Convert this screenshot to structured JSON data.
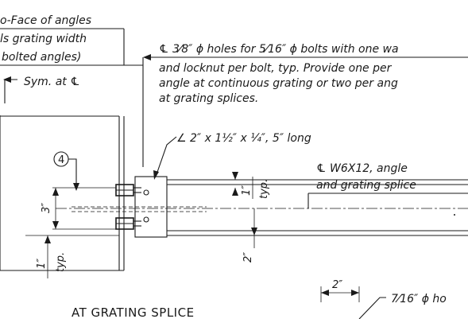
{
  "notes": {
    "top_left_line1": "o-Face of angles",
    "top_left_line2": "ls grating width",
    "top_left_line3": "bolted angles)",
    "sym_label": "Sym. at ℄",
    "holes_line1": "℄ 3⁄8″ ϕ holes for 5⁄16″ ϕ bolts with one wa",
    "holes_line2": "and locknut per bolt, typ.  Provide one per",
    "holes_line3": "angle at continuous grating or two per ang",
    "holes_line4": "at grating splices.",
    "angle_callout": "∠ 2″ x 1½″ x ¼″, 5″ long",
    "w6_line1": "℄ W6X12, angle",
    "w6_line2": "and grating splice",
    "detail_marker": "4",
    "title": "AT GRATING SPLICE",
    "hole_note": "7⁄16″ ϕ ho"
  },
  "dimensions": {
    "three_in": "3″",
    "one_in_right": "1″",
    "typ_right": "typ.",
    "two_in_right": "2″",
    "one_in_left": "1″",
    "typ_left": "typ.",
    "two_in_bottom": "2″"
  }
}
